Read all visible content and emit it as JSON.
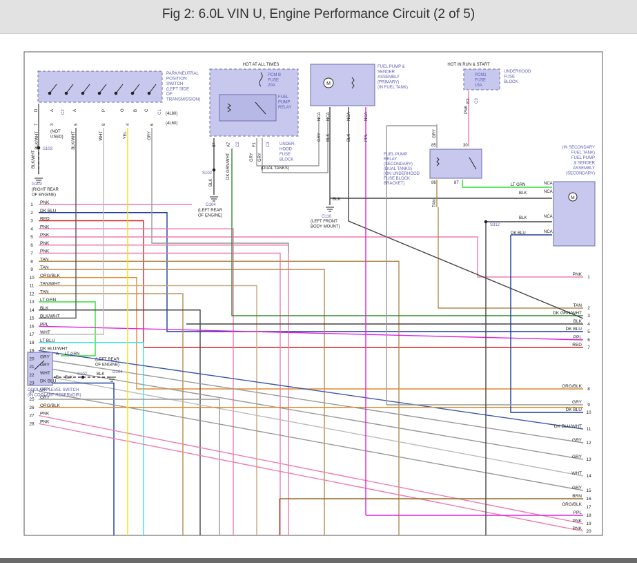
{
  "title": "Fig 2: 6.0L VIN U, Engine Performance Circuit (2 of 5)",
  "colors": {
    "PNK": "#f07ab0",
    "DK BLU": "#1a3a99",
    "RED": "#e01e1e",
    "TAN": "#b38a50",
    "ORG/BLK": "#e08a2a",
    "TAN/WHT": "#c9a87a",
    "LT GRN": "#33dd33",
    "BLK": "#444444",
    "BLK/WHT": "#555555",
    "PPL": "#e020e0",
    "WHT": "#bbbbbb",
    "LT BLU": "#33e0f0",
    "DK BLU/WHT": "#3b57b0",
    "GRY": "#999999",
    "BRN": "#9a6a2a",
    "YEL": "#f5e000",
    "DK GRN/WHT": "#2f8a2f",
    "component": "#c8c8ee",
    "component_border": "#6b6bb0",
    "component_text": "#5a5ab5"
  },
  "components": {
    "pnp_switch": {
      "lines": [
        "PARK/NEUTRAL",
        "POSITION",
        "SWITCH",
        "(LEFT SIDE",
        "OF",
        "TRANSMISSION)"
      ],
      "pins": [
        "D",
        "A",
        "",
        "A",
        "P",
        "O",
        "B",
        "C"
      ],
      "connector": "C2",
      "connector2": "C1",
      "wires_top": [
        "7",
        "3",
        "5",
        "8",
        "4",
        "6"
      ],
      "notes": [
        "(4L80)",
        "(4L60)"
      ],
      "wire_names": [
        "BLK/WHT",
        "(NOT USED)",
        "BLK/WHT",
        "WHT",
        "YEL",
        "GRY"
      ]
    },
    "s103": "S103",
    "g103": {
      "name": "G103",
      "lines": [
        "(RIGHT REAR",
        "OF ENGINE)"
      ]
    },
    "blk_wht_label": "BLK/WHT",
    "underhood_block": {
      "hot": "HOT AT ALL TIMES",
      "fuse_lines": [
        "PCM B",
        "FUSE",
        "20A"
      ],
      "relay_lines": [
        "FUEL",
        "PUMP",
        "RELAY"
      ],
      "block_lines": [
        "UNDER-",
        "HOOD",
        "FUSE",
        "BLOCK"
      ],
      "pins": [
        "87",
        "A7",
        "F1"
      ],
      "connectors": [
        "C2",
        "C3"
      ],
      "wires": [
        "BLK",
        "DK GRN/WHT",
        "GRY",
        "GRY"
      ]
    },
    "s102": "S102",
    "g104": {
      "name": "G104",
      "lines": [
        "(LEFT REAR",
        "OF ENGINE)"
      ]
    },
    "dual_tanks": "(DUAL TANKS)",
    "fuel_pump_primary": {
      "lines": [
        "FUEL PUMP &",
        "SENDER",
        "ASSEMBLY",
        "(PRIMARY)",
        "(IN FUEL TANK)"
      ],
      "pins": [
        "NCA",
        "NCA",
        "NCA",
        "NCA"
      ],
      "wires": [
        "GRY",
        "BLK",
        "BLK",
        "PPL"
      ]
    },
    "g110": {
      "name": "G110",
      "lines": [
        "(LEFT FRONT",
        "BODY MOUNT)"
      ],
      "wire": "BLK"
    },
    "pcm1": {
      "hot": "HOT IN RUN & START",
      "lines": [
        "PCM1",
        "FUSE",
        "15A"
      ],
      "block_lines": [
        "UNDERHOOD",
        "FUSE",
        "BLOCK"
      ],
      "pin": "E3",
      "connector": "C3",
      "wire": "PNK"
    },
    "relay2": {
      "lines": [
        "FUEL PUMP",
        "RELAY",
        "(SECONDARY)",
        "(DUAL TANKS)",
        "(ON UNDERHOOD",
        "FUSE BLOCK",
        "BRACKET)"
      ],
      "pins": [
        "85",
        "30",
        "86",
        "87"
      ],
      "wires": [
        "GRY",
        "TAN"
      ]
    },
    "s312": "S312",
    "secondary_pump": {
      "lines": [
        "(IN SECONDARY",
        "FUEL TANK)",
        "FUEL PUMP",
        "& SENDER",
        "ASSEMBLY",
        "(SECONDARY)"
      ],
      "pins": [
        "NCA",
        "NCA",
        "NCA",
        "NCA"
      ],
      "wires": [
        "LT GRN",
        "BLK",
        "BLK",
        "DK BLU"
      ]
    },
    "coolant": {
      "lines": [
        "COOLANT LEVEL SWITCH",
        "(IN COOLANT RESERVOIR)"
      ],
      "pins": [
        "A",
        "B"
      ],
      "wires": [
        "LT GRN",
        "BLK"
      ],
      "splice": "S102",
      "ground": "G104",
      "note": [
        "(LEFT REAR",
        "OF ENGINE)"
      ]
    }
  },
  "left_wires": [
    {
      "num": "1",
      "label": "PNK",
      "color": "PNK"
    },
    {
      "num": "2",
      "label": "DK BLU",
      "color": "DK BLU"
    },
    {
      "num": "3",
      "label": "RED",
      "color": "RED"
    },
    {
      "num": "4",
      "label": "PNK",
      "color": "PNK"
    },
    {
      "num": "5",
      "label": "PNK",
      "color": "PNK"
    },
    {
      "num": "6",
      "label": "PNK",
      "color": "PNK"
    },
    {
      "num": "7",
      "label": "PNK",
      "color": "PNK"
    },
    {
      "num": "8",
      "label": "TAN",
      "color": "TAN"
    },
    {
      "num": "9",
      "label": "TAN",
      "color": "TAN"
    },
    {
      "num": "10",
      "label": "ORG/BLK",
      "color": "ORG/BLK"
    },
    {
      "num": "11",
      "label": "TAN/WHT",
      "color": "TAN/WHT"
    },
    {
      "num": "12",
      "label": "TAN",
      "color": "TAN"
    },
    {
      "num": "13",
      "label": "LT GRN",
      "color": "LT GRN"
    },
    {
      "num": "14",
      "label": "BLK",
      "color": "BLK"
    },
    {
      "num": "15",
      "label": "BLK/WHT",
      "color": "BLK/WHT"
    },
    {
      "num": "16",
      "label": "PPL",
      "color": "PPL"
    },
    {
      "num": "17",
      "label": "WHT",
      "color": "WHT"
    },
    {
      "num": "18",
      "label": "LT BLU",
      "color": "LT BLU"
    },
    {
      "num": "19",
      "label": "DK BLU/WHT",
      "color": "DK BLU/WHT"
    },
    {
      "num": "20",
      "label": "GRY",
      "color": "GRY"
    },
    {
      "num": "21",
      "label": "GRY",
      "color": "GRY"
    },
    {
      "num": "22",
      "label": "WHT",
      "color": "WHT"
    },
    {
      "num": "23",
      "label": "DK BLU",
      "color": "DK BLU"
    },
    {
      "num": "24",
      "label": "GRY",
      "color": "GRY"
    },
    {
      "num": "25",
      "label": "GRY",
      "color": "GRY"
    },
    {
      "num": "26",
      "label": "ORG/BLK",
      "color": "ORG/BLK"
    },
    {
      "num": "27",
      "label": "PNK",
      "color": "PNK"
    },
    {
      "num": "28",
      "label": "PNK",
      "color": "PNK"
    }
  ],
  "right_wires": [
    {
      "num": "1",
      "label": "PNK",
      "color": "PNK"
    },
    {
      "num": "2",
      "label": "TAN",
      "color": "TAN"
    },
    {
      "num": "3",
      "label": "DK GRN/WHT",
      "color": "DK GRN/WHT"
    },
    {
      "num": "4",
      "label": "BLK",
      "color": "BLK"
    },
    {
      "num": "5",
      "label": "DK BLU",
      "color": "DK BLU"
    },
    {
      "num": "6",
      "label": "PPL",
      "color": "PPL"
    },
    {
      "num": "7",
      "label": "RED",
      "color": "RED"
    },
    {
      "num": "8",
      "label": "ORG/BLK",
      "color": "ORG/BLK"
    },
    {
      "num": "9",
      "label": "GRY",
      "color": "GRY"
    },
    {
      "num": "10",
      "label": "DK BLU",
      "color": "DK BLU"
    },
    {
      "num": "11",
      "label": "DK BLU/WHT",
      "color": "DK BLU/WHT"
    },
    {
      "num": "12",
      "label": "GRY",
      "color": "GRY"
    },
    {
      "num": "13",
      "label": "GRY",
      "color": "GRY"
    },
    {
      "num": "14",
      "label": "WHT",
      "color": "WHT"
    },
    {
      "num": "15",
      "label": "GRY",
      "color": "GRY"
    },
    {
      "num": "16",
      "label": "BRN",
      "color": "BRN"
    },
    {
      "num": "17",
      "label": "ORG/BLK",
      "color": "ORG/BLK"
    },
    {
      "num": "18",
      "label": "PPL",
      "color": "PPL"
    },
    {
      "num": "19",
      "label": "PNK",
      "color": "PNK"
    },
    {
      "num": "20",
      "label": "PNK",
      "color": "PNK"
    }
  ]
}
